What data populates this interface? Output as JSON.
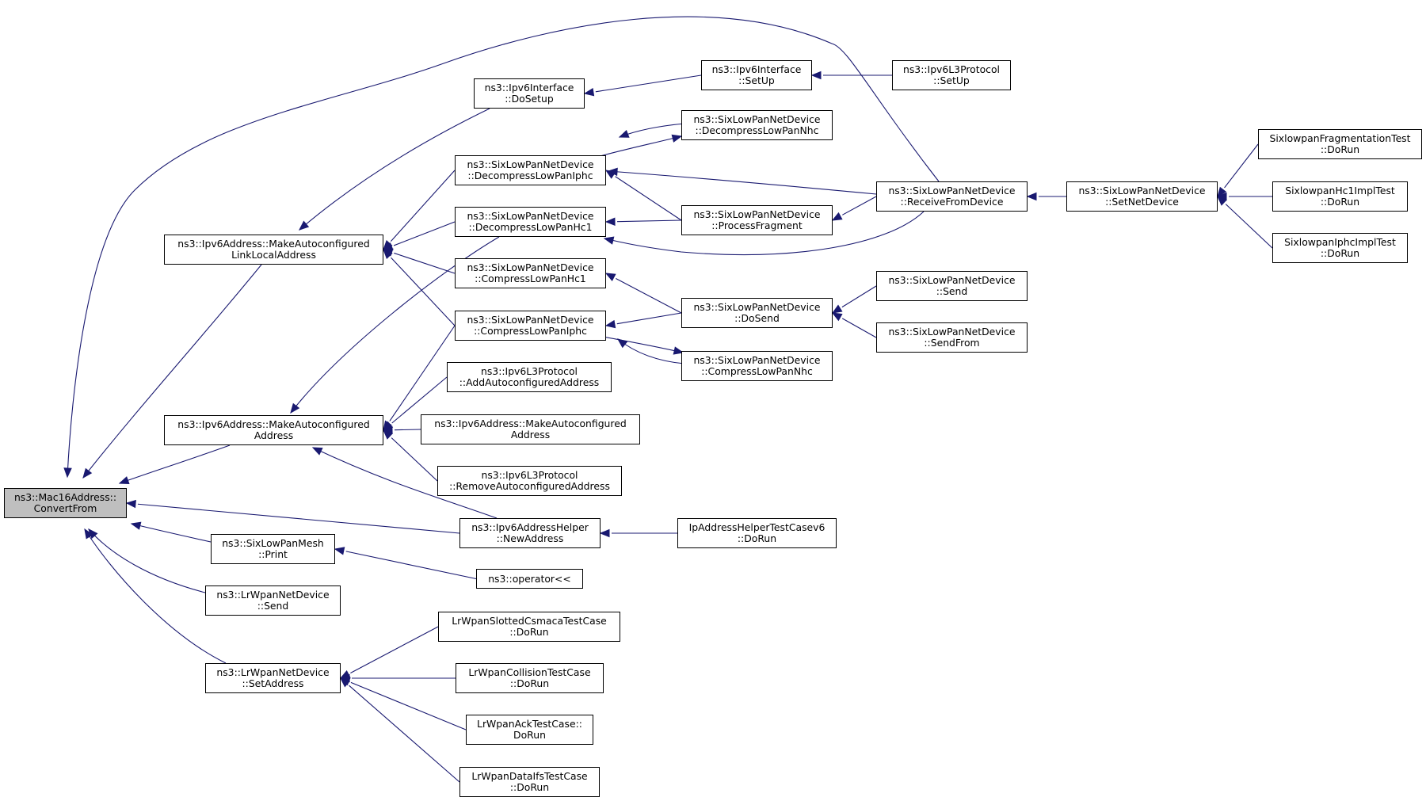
{
  "colors": {
    "edge": "#191970",
    "root_fill": "#bfbfbf",
    "node_fill": "#ffffff",
    "border": "#000000"
  },
  "nodes": [
    {
      "id": "root",
      "l1": "ns3::Mac16Address::",
      "l2": "ConvertFrom",
      "root": true
    },
    {
      "id": "mall",
      "l1": "ns3::Ipv6Address::MakeAutoconfigured",
      "l2": "LinkLocalAddress"
    },
    {
      "id": "maa",
      "l1": "ns3::Ipv6Address::MakeAutoconfigured",
      "l2": "Address"
    },
    {
      "id": "meshprint",
      "l1": "ns3::SixLowPanMesh",
      "l2": "::Print"
    },
    {
      "id": "lrsend",
      "l1": "ns3::LrWpanNetDevice",
      "l2": "::Send"
    },
    {
      "id": "lrsetaddr",
      "l1": "ns3::LrWpanNetDevice",
      "l2": "::SetAddress"
    },
    {
      "id": "dosetup",
      "l1": "ns3::Ipv6Interface",
      "l2": "::DoSetup"
    },
    {
      "id": "dliphc",
      "l1": "ns3::SixLowPanNetDevice",
      "l2": "::DecompressLowPanIphc"
    },
    {
      "id": "dlhc1",
      "l1": "ns3::SixLowPanNetDevice",
      "l2": "::DecompressLowPanHc1"
    },
    {
      "id": "clhc1",
      "l1": "ns3::SixLowPanNetDevice",
      "l2": "::CompressLowPanHc1"
    },
    {
      "id": "cliphc",
      "l1": "ns3::SixLowPanNetDevice",
      "l2": "::CompressLowPanIphc"
    },
    {
      "id": "addauto",
      "l1": "ns3::Ipv6L3Protocol",
      "l2": "::AddAutoconfiguredAddress"
    },
    {
      "id": "maa2",
      "l1": "ns3::Ipv6Address::MakeAutoconfigured",
      "l2": "Address"
    },
    {
      "id": "remauto",
      "l1": "ns3::Ipv6L3Protocol",
      "l2": "::RemoveAutoconfiguredAddress"
    },
    {
      "id": "newaddr",
      "l1": "ns3::Ipv6AddressHelper",
      "l2": "::NewAddress"
    },
    {
      "id": "oplt",
      "l1": "ns3::operator<<",
      "l2": ""
    },
    {
      "id": "slotted",
      "l1": "LrWpanSlottedCsmacaTestCase",
      "l2": "::DoRun"
    },
    {
      "id": "collision",
      "l1": "LrWpanCollisionTestCase",
      "l2": "::DoRun"
    },
    {
      "id": "ack",
      "l1": "LrWpanAckTestCase::",
      "l2": "DoRun"
    },
    {
      "id": "dataifs",
      "l1": "LrWpanDataIfsTestCase",
      "l2": "::DoRun"
    },
    {
      "id": "ifsetup",
      "l1": "ns3::Ipv6Interface",
      "l2": "::SetUp"
    },
    {
      "id": "dlnhc",
      "l1": "ns3::SixLowPanNetDevice",
      "l2": "::DecompressLowPanNhc"
    },
    {
      "id": "procfrag",
      "l1": "ns3::SixLowPanNetDevice",
      "l2": "::ProcessFragment"
    },
    {
      "id": "dosend",
      "l1": "ns3::SixLowPanNetDevice",
      "l2": "::DoSend"
    },
    {
      "id": "clnhc",
      "l1": "ns3::SixLowPanNetDevice",
      "l2": "::CompressLowPanNhc"
    },
    {
      "id": "iptest",
      "l1": "IpAddressHelperTestCasev6",
      "l2": "::DoRun"
    },
    {
      "id": "l3setup",
      "l1": "ns3::Ipv6L3Protocol",
      "l2": "::SetUp"
    },
    {
      "id": "recv",
      "l1": "ns3::SixLowPanNetDevice",
      "l2": "::ReceiveFromDevice"
    },
    {
      "id": "send",
      "l1": "ns3::SixLowPanNetDevice",
      "l2": "::Send"
    },
    {
      "id": "sendfrom",
      "l1": "ns3::SixLowPanNetDevice",
      "l2": "::SendFrom"
    },
    {
      "id": "setnet",
      "l1": "ns3::SixLowPanNetDevice",
      "l2": "::SetNetDevice"
    },
    {
      "id": "fragtest",
      "l1": "SixlowpanFragmentationTest",
      "l2": "::DoRun"
    },
    {
      "id": "hc1test",
      "l1": "SixlowpanHc1ImplTest",
      "l2": "::DoRun"
    },
    {
      "id": "iphctest",
      "l1": "SixlowpanIphcImplTest",
      "l2": "::DoRun"
    }
  ],
  "edges": [
    [
      "root",
      "mall"
    ],
    [
      "root",
      "maa"
    ],
    [
      "root",
      "newaddr"
    ],
    [
      "root",
      "meshprint"
    ],
    [
      "root",
      "lrsend"
    ],
    [
      "root",
      "lrsetaddr"
    ],
    [
      "root",
      "recv"
    ],
    [
      "mall",
      "dosetup"
    ],
    [
      "mall",
      "dliphc"
    ],
    [
      "mall",
      "dlhc1"
    ],
    [
      "mall",
      "clhc1"
    ],
    [
      "mall",
      "cliphc"
    ],
    [
      "maa",
      "dlhc1"
    ],
    [
      "maa",
      "cliphc"
    ],
    [
      "maa",
      "addauto"
    ],
    [
      "maa",
      "maa2"
    ],
    [
      "maa",
      "remauto"
    ],
    [
      "maa",
      "newaddr"
    ],
    [
      "meshprint",
      "oplt"
    ],
    [
      "lrsetaddr",
      "slotted"
    ],
    [
      "lrsetaddr",
      "collision"
    ],
    [
      "lrsetaddr",
      "ack"
    ],
    [
      "lrsetaddr",
      "dataifs"
    ],
    [
      "dosetup",
      "ifsetup"
    ],
    [
      "ifsetup",
      "l3setup"
    ],
    [
      "dliphc",
      "dlnhc"
    ],
    [
      "dlnhc",
      "dliphc"
    ],
    [
      "dliphc",
      "procfrag"
    ],
    [
      "dliphc",
      "recv"
    ],
    [
      "dlhc1",
      "procfrag"
    ],
    [
      "dlhc1",
      "recv"
    ],
    [
      "procfrag",
      "recv"
    ],
    [
      "clhc1",
      "dosend"
    ],
    [
      "cliphc",
      "dosend"
    ],
    [
      "cliphc",
      "clnhc"
    ],
    [
      "clnhc",
      "cliphc"
    ],
    [
      "dosend",
      "send"
    ],
    [
      "dosend",
      "sendfrom"
    ],
    [
      "newaddr",
      "iptest"
    ],
    [
      "recv",
      "setnet"
    ],
    [
      "setnet",
      "fragtest"
    ],
    [
      "setnet",
      "hc1test"
    ],
    [
      "setnet",
      "iphctest"
    ]
  ]
}
